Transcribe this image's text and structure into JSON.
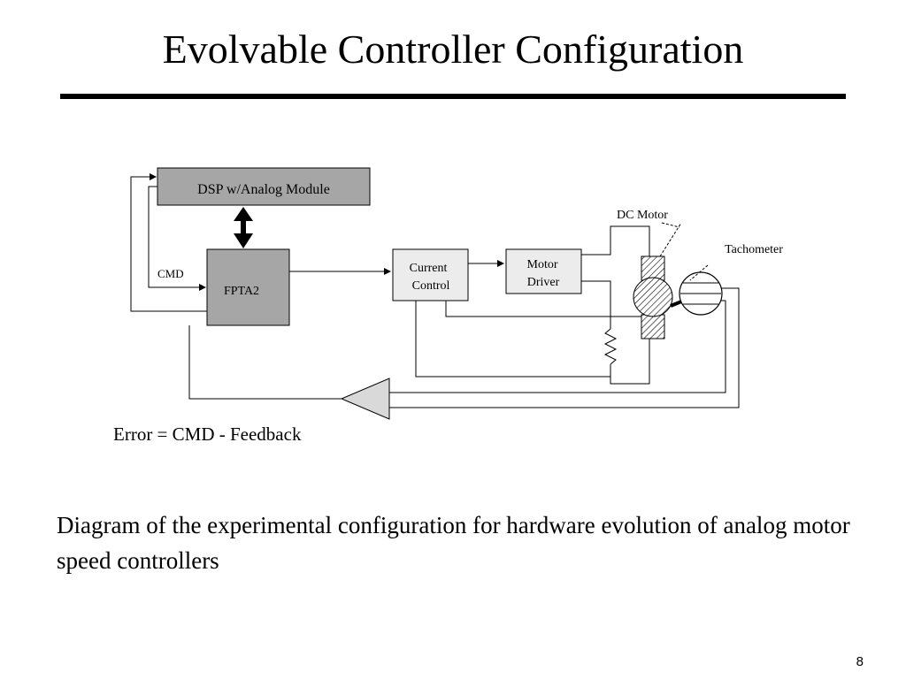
{
  "slide": {
    "title": "Evolvable Controller Configuration",
    "caption": "Diagram of  the experimental configuration for hardware evolution of analog motor speed controllers",
    "error_equation": "Error = CMD - Feedback",
    "page_number": "8"
  },
  "diagram": {
    "dsp_label": "DSP w/Analog Module",
    "fpta_label": "FPTA2",
    "cmd_label": "CMD",
    "current_control_lines": [
      "Current",
      "Control"
    ],
    "motor_driver_lines": [
      "Motor",
      "Driver"
    ],
    "dc_motor_label": "DC Motor",
    "tachometer_label": "Tachometer",
    "colors": {
      "block_gray": "#a6a6a6",
      "block_light": "#ececec",
      "line": "#000000"
    }
  }
}
